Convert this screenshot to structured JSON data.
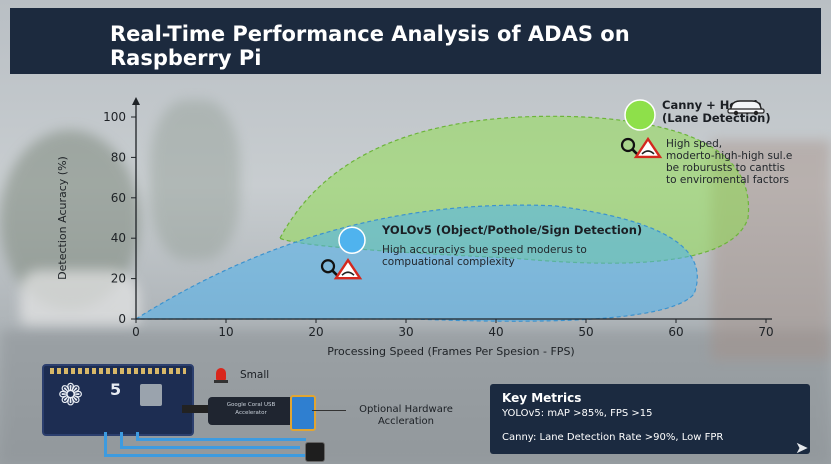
{
  "header": {
    "title": "Real-Time Performance Analysis of ADAS on Raspberry Pi"
  },
  "chart_data": {
    "type": "area",
    "xlabel": "Processing Speed (Frames Per Spesion - FPS)",
    "ylabel": "Detection Acuracy (%)",
    "xlim": [
      0,
      70
    ],
    "ylim": [
      0,
      100
    ],
    "x_ticks": [
      0,
      10,
      20,
      30,
      40,
      50,
      60,
      70
    ],
    "y_ticks": [
      0,
      20,
      40,
      60,
      80,
      100
    ],
    "grid": false,
    "series": [
      {
        "name": "Canny + Hough (Lane Detection)",
        "color": "#8ee04a",
        "region": {
          "x": [
            16,
            68
          ],
          "y": [
            40,
            100
          ]
        },
        "marker": {
          "x": 56,
          "y": 101
        },
        "icon": "search-pothole-warning-icon",
        "note": "High sped, moderto-high-high sul.e be roburusts to canttis to enviromental factors"
      },
      {
        "name": "YOLOv5 (Object/Pothole/Sign Detection)",
        "color": "#4fb3ee",
        "region": {
          "x": [
            0,
            62
          ],
          "y": [
            0,
            58
          ]
        },
        "marker": {
          "x": 24,
          "y": 39
        },
        "icon": "search-pothole-warning-icon",
        "note": "High accuraciys bue speed moderus to compuational complexity"
      }
    ]
  },
  "hardware": {
    "board_number": "5",
    "accelerator_label": "Google Coral USB Accelerator",
    "optional_label": "Optional Hardware Accleration",
    "small_label": "Small"
  },
  "metrics": {
    "title": "Key Metrics",
    "line1": "YOLOv5: mAP >85%, FPS >15",
    "line2": "Canny: Lane Detection Rate >90%, Low FPR"
  },
  "colors": {
    "header_bg": "#1c2a3e",
    "canny_green": "#8ee04a",
    "yolo_blue": "#4fb3ee",
    "metrics_bg": "#1b2a40"
  }
}
